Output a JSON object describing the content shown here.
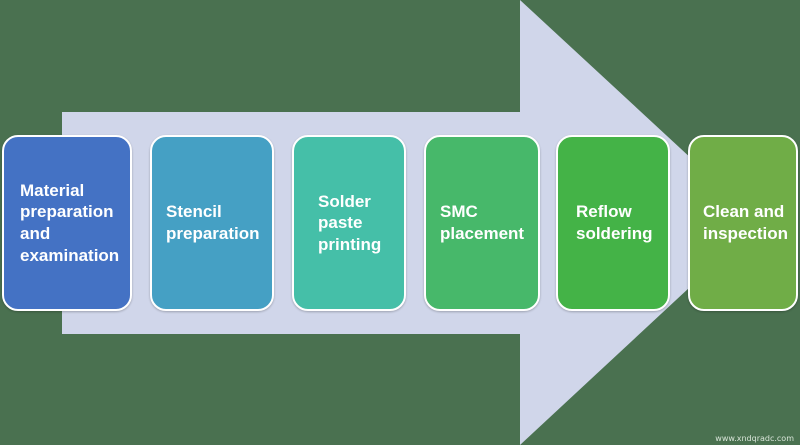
{
  "diagram": {
    "steps": [
      {
        "label": "Material preparation and examination",
        "color": "#4472c4"
      },
      {
        "label": "Stencil preparation",
        "color": "#45a0c4"
      },
      {
        "label": "Solder paste printing",
        "color": "#45bfa8"
      },
      {
        "label": "SMC placement",
        "color": "#47b86a"
      },
      {
        "label": "Reflow soldering",
        "color": "#44b347"
      },
      {
        "label": "Clean and inspection",
        "color": "#70ad47"
      }
    ],
    "arrow_color": "#d0d6ea",
    "background_color": "#4a7150"
  },
  "watermark": "www.xndqradc.com"
}
